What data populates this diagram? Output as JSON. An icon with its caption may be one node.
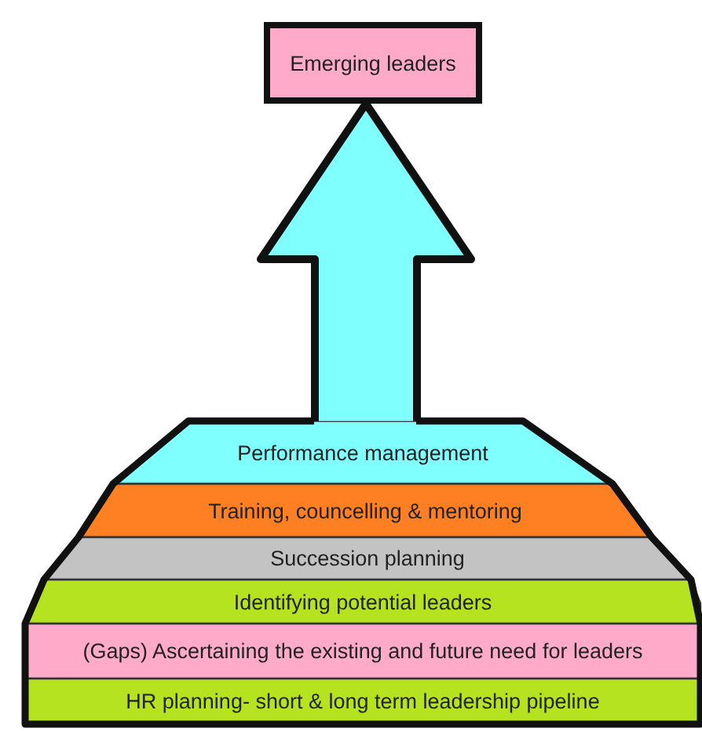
{
  "diagram": {
    "nodes": [
      {
        "text": [
          "Emerging leaders"
        ]
      },
      {
        "text": [
          "Performance management"
        ]
      },
      {
        "text": [
          "Training, councelling & mentoring"
        ]
      },
      {
        "text": [
          "Succession planning"
        ]
      },
      {
        "text": [
          "Identifying potential leaders"
        ]
      },
      {
        "text": [
          "(Gaps) Ascertaining the existing and future need for leaders"
        ]
      },
      {
        "text": [
          "HR planning- short & long term leadership pipeline"
        ]
      }
    ],
    "edges": [
      {
        "from": 1,
        "to": 0,
        "arrow": "to"
      }
    ]
  }
}
